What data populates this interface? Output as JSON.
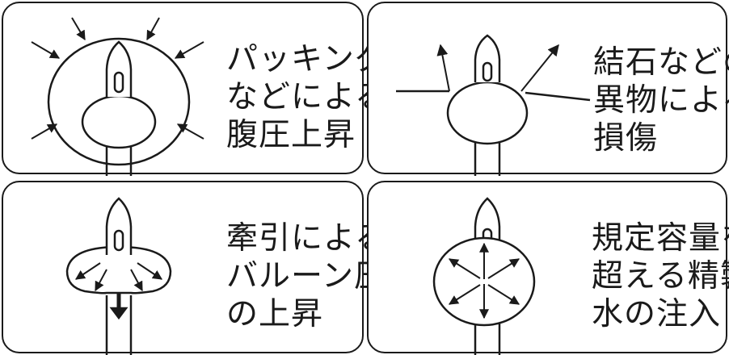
{
  "panels": [
    {
      "id": "abdominal-pressure",
      "lines": [
        "パッキング",
        "などによる",
        "腹圧上昇"
      ]
    },
    {
      "id": "foreign-object-damage",
      "lines": [
        "結石などの",
        "異物による",
        "損傷"
      ]
    },
    {
      "id": "traction-pressure",
      "lines": [
        "牽引による",
        "バルーン圧",
        "の上昇"
      ]
    },
    {
      "id": "overfill-injection",
      "lines": [
        "規定容量を",
        "超える精製",
        "水の注入"
      ]
    }
  ],
  "colors": {
    "stroke": "#1a1a1a",
    "background": "#ffffff"
  }
}
